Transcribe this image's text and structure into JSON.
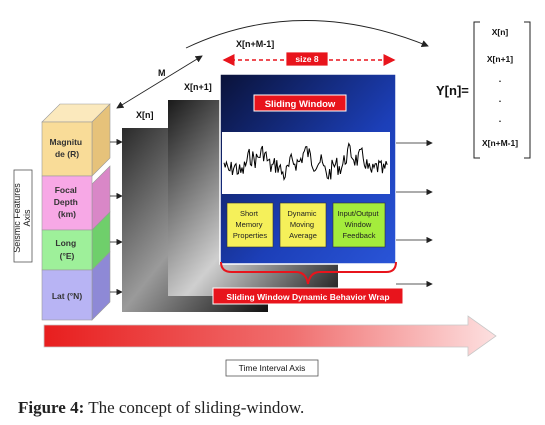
{
  "diagram": {
    "axes": {
      "seismic_features": "Seismic Features Axis",
      "time_interval": "Time Interval Axis"
    },
    "features": [
      {
        "label_line1": "Magnitu",
        "label_line2": "de (R)",
        "label_line3": "",
        "color": "#f9dc98"
      },
      {
        "label_line1": "Focal",
        "label_line2": "Depth",
        "label_line3": "(km)",
        "color": "#f7a8e6"
      },
      {
        "label_line1": "Long",
        "label_line2": "(°E)",
        "label_line3": "",
        "color": "#9ef09a"
      },
      {
        "label_line1": "Lat (°N)",
        "label_line2": "",
        "label_line3": "",
        "color": "#b8b4f4"
      }
    ],
    "window_labels": {
      "x_n": "X[n]",
      "x_n1": "X[n+1]",
      "x_nM1": "X[n+M-1]",
      "m": "M",
      "size": "size 8"
    },
    "sliding_window": {
      "title": "Sliding Window",
      "boxes": [
        {
          "line1": "Short",
          "line2": "Memory",
          "line3": "Properties",
          "color": "#f5f05a"
        },
        {
          "line1": "Dynamic",
          "line2": "Moving",
          "line3": "Average",
          "color": "#f5f05a"
        },
        {
          "line1": "Input/Output",
          "line2": "Window",
          "line3": "Feedback",
          "color": "#a4ec3c"
        }
      ],
      "wrap_label": "Sliding Window Dynamic Behavior Wrap"
    },
    "output": {
      "label": "Y[n]=",
      "items": [
        "X[n]",
        "X[n+1]",
        ".",
        ".",
        ".",
        "X[n+M-1]"
      ]
    },
    "colors": {
      "accent_red": "#e8141c",
      "window_blue": "#1c3fb8",
      "arrow_red": "#e81e1e"
    }
  },
  "caption": {
    "figure": "Figure 4:",
    "text": " The concept of sliding-window."
  }
}
